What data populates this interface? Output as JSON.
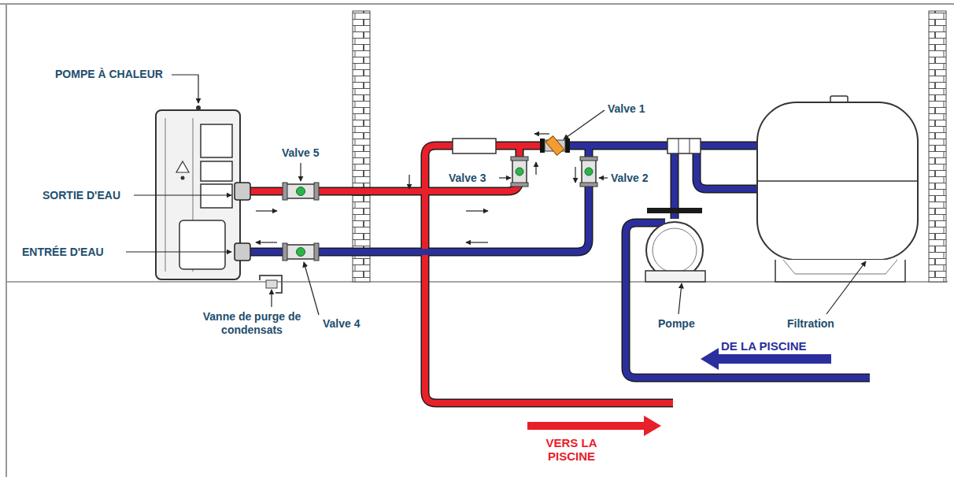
{
  "diagram": {
    "labels": [
      "POMPE À CHALEUR",
      "Valve 5",
      "SORTIE D'EAU",
      "ENTRÉE D'EAU",
      "Vanne de purge de condensats",
      "Valve 4",
      "Valve 1",
      "Valve 3",
      "Valve 2",
      "Pompe",
      "Filtration",
      "DE LA PISCINE",
      "VERS LA PISCINE"
    ]
  }
}
